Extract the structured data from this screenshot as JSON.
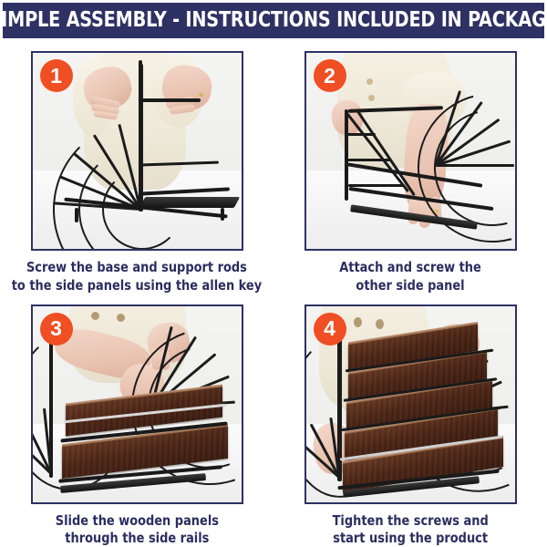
{
  "banner": {
    "title": "SIMPLE ASSEMBLY - INSTRUCTIONS INCLUDED IN PACKAGE",
    "background_color": "#2E3163",
    "text_color": "#FFFFFF"
  },
  "theme": {
    "navy": "#2E3163",
    "caption_navy": "#2B2D5F",
    "badge_orange": "#F04E23",
    "wood_brown": "#4E2616",
    "rack_black": "#1A1A1A",
    "page_background": "#FFFFFF"
  },
  "steps": [
    {
      "number": "1",
      "caption_line1": "Screw the base and support rods",
      "caption_line2": "to the side panels using the allen key",
      "photo_alt": "Hands using an allen key to screw the base and support rods onto the black wire side panel of a desk organizer"
    },
    {
      "number": "2",
      "caption_line1": "Attach and screw the",
      "caption_line2": "other side panel",
      "photo_alt": "Hands attaching the second fan-shaped black wire side panel to the partially assembled frame"
    },
    {
      "number": "3",
      "caption_line1": "Slide the wooden panels",
      "caption_line2": "through the side rails",
      "photo_alt": "A hand sliding dark walnut wooden shelf panels through the side rails of the black wire frame"
    },
    {
      "number": "4",
      "caption_line1": "Tighten the screws and",
      "caption_line2": "start using the product",
      "photo_alt": "The finished multi-tier desk file organizer with dark walnut wooden shelves in a black wire frame"
    }
  ]
}
